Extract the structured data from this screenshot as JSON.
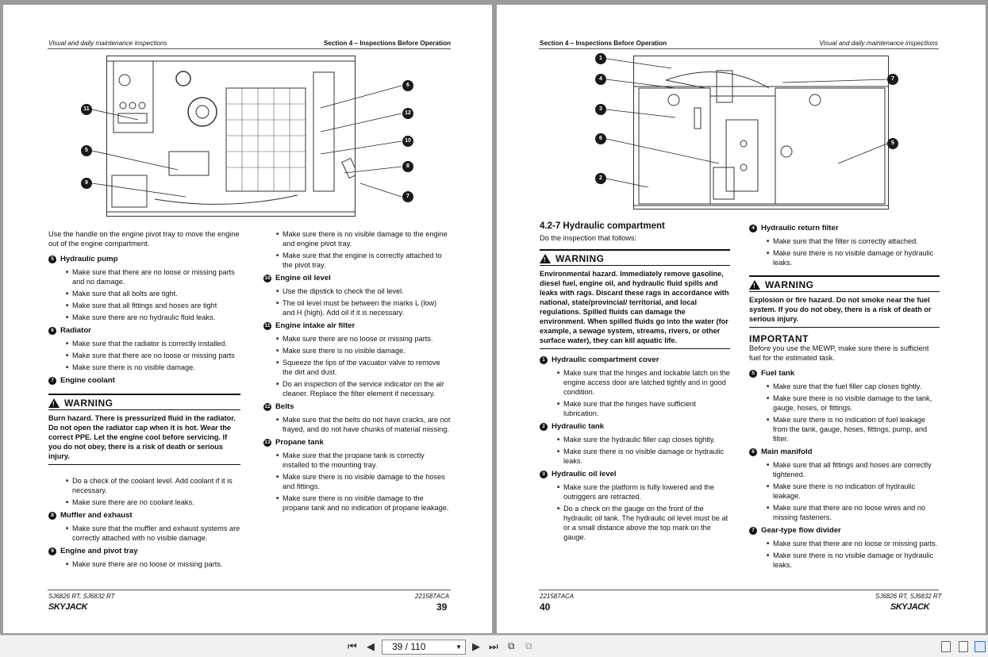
{
  "left_page": {
    "header_left": "Visual and daily maintenance inspections",
    "header_right": "Section 4 – Inspections Before Operation",
    "callouts": [
      "11",
      "5",
      "9",
      "6",
      "12",
      "10",
      "8",
      "7"
    ],
    "intro": "Use the handle on the engine pivot tray to move the engine out of the engine compartment.",
    "col1": {
      "hydraulic_pump": {
        "num": "5",
        "title": "Hydraulic pump",
        "bullets": [
          "Make sure that there are no loose or missing parts and no damage.",
          "Make sure that all bolts are tight.",
          "Make sure that all fittings and hoses are tight",
          "Make sure there are no hydraulic fluid leaks."
        ]
      },
      "radiator": {
        "num": "6",
        "title": "Radiator",
        "bullets": [
          "Make sure that the radiator is correctly installed.",
          "Make sure that there are no loose or missing parts",
          "Make sure there is no visible damage."
        ]
      },
      "engine_coolant": {
        "num": "7",
        "title": "Engine coolant"
      },
      "warning": {
        "title": "WARNING",
        "body": "Burn hazard. There is pressurized fluid in the radiator. Do not open the radiator cap when it is hot. Wear the correct PPE. Let the engine cool before servicing. If you do not obey, there is a risk of death or serious injury."
      },
      "coolant_bullets": [
        "Do a check of the coolant level. Add coolant if it is necessary.",
        "Make sure there are no coolant leaks."
      ],
      "muffler": {
        "num": "8",
        "title": "Muffler and exhaust",
        "bullets": [
          "Make sure that the muffler and exhaust systems are correctly attached with no visible damage."
        ]
      },
      "pivot_tray": {
        "num": "9",
        "title": "Engine and pivot tray",
        "bullets": [
          "Make sure there are no loose or missing parts."
        ]
      }
    },
    "col2": {
      "pre_bullets": [
        "Make sure there is no visible damage to the engine and engine pivot tray.",
        "Make sure that the engine is correctly attached to the pivot tray."
      ],
      "oil_level": {
        "num": "10",
        "title": "Engine oil level",
        "bullets": [
          "Use the dipstick to check the oil level.",
          "The oil level must be between the marks L (low) and H (high). Add oil if it is necessary."
        ]
      },
      "air_filter": {
        "num": "11",
        "title": "Engine intake air filter",
        "bullets": [
          "Make sure there are no loose or missing parts.",
          "Make sure there is no visible damage.",
          "Squeeze the lips of the vacuator valve to remove the dirt and dust.",
          "Do an inspection of the service indicator on the air cleaner. Replace the filter element if necessary."
        ]
      },
      "belts": {
        "num": "12",
        "title": "Belts",
        "bullets": [
          "Make sure that the belts do not have cracks, are not frayed, and do not have chunks of material missing."
        ]
      },
      "propane": {
        "num": "13",
        "title": "Propane tank",
        "bullets": [
          "Make sure that the propane tank is correctly installed to the mounting tray.",
          "Make sure there is no visible damage to the hoses and fittings.",
          "Make sure there is no visible damage to the propane tank and no indication of propane leakage."
        ]
      }
    },
    "footer_left": "SJ6826 RT, SJ6832 RT",
    "footer_right": "221587ACA",
    "page_number": "39",
    "logo": "SKYJACK"
  },
  "right_page": {
    "header_left": "Section 4 – Inspections Before Operation",
    "header_right": "Visual and daily maintenance inspections",
    "callouts": [
      "1",
      "4",
      "3",
      "6",
      "2",
      "7",
      "5"
    ],
    "section_title": "4.2-7   Hydraulic compartment",
    "section_intro": "Do the inspection that follows:",
    "col1": {
      "warning": {
        "title": "WARNING",
        "body": "Environmental hazard. Immediately remove gasoline, diesel fuel, engine oil, and hydraulic fluid spills and leaks with rags. Discard these rags in accordance with national, state/provincial/ territorial, and local regulations. Spilled fluids can damage the environment. When spilled fluids go into the water (for example, a sewage system, streams, rivers, or other surface water), they can kill aquatic life."
      },
      "cover": {
        "num": "1",
        "title": "Hydraulic compartment cover",
        "bullets": [
          "Make sure that the hinges and lockable latch on the engine access door are latched tightly and in good condition.",
          "Make sure that the hinges have sufficient lubrication."
        ]
      },
      "tank": {
        "num": "2",
        "title": "Hydraulic tank",
        "bullets": [
          "Make sure the hydraulic filler cap closes tightly.",
          "Make sure there is no visible damage or hydraulic leaks."
        ]
      },
      "oil_level": {
        "num": "3",
        "title": "Hydraulic oil level",
        "bullets": [
          "Make sure the platform is fully lowered and the outriggers are retracted.",
          "Do a check on the gauge on the front of the hydraulic oil tank. The hydraulic oil level must be at or a small distance above the top mark on the gauge."
        ]
      }
    },
    "col2": {
      "return_filter": {
        "num": "4",
        "title": "Hydraulic return filter",
        "bullets": [
          "Make sure that the filter is correctly attached.",
          "Make sure there is no visible damage or hydraulic leaks."
        ]
      },
      "warning": {
        "title": "WARNING",
        "body": "Explosion or fire hazard. Do not smoke near the fuel system. If you do not obey, there is a risk of death or serious injury."
      },
      "important": {
        "title": "IMPORTANT",
        "body": "Before you use the MEWP, make sure there is sufficient fuel for the estimated task."
      },
      "fuel_tank": {
        "num": "5",
        "title": "Fuel tank",
        "bullets": [
          "Make sure that the fuel filler cap closes tightly.",
          "Make sure there is no visible damage to the tank, gauge, hoses, or fittings.",
          "Make sure there is no indication of fuel leakage from the tank, gauge, hoses, fittings, pump, and filter."
        ]
      },
      "manifold": {
        "num": "6",
        "title": "Main manifold",
        "bullets": [
          "Make sure that all fittings and hoses are correctly tightened.",
          "Make sure there is no indication of hydraulic leakage.",
          "Make sure that there are no loose wires and no missing fasteners."
        ]
      },
      "divider": {
        "num": "7",
        "title": "Gear-type flow divider",
        "bullets": [
          "Make sure that there are no loose or missing parts.",
          "Make sure there is no visible damage or hydraulic leaks."
        ]
      }
    },
    "footer_left": "221587ACA",
    "footer_right": "SJ6826 RT, SJ6832 RT",
    "page_number": "40",
    "logo": "SKYJACK"
  },
  "toolbar": {
    "first_icon": "first-page-icon",
    "prev_icon": "previous-page-icon",
    "page_indicator": "39 / 110",
    "next_icon": "next-page-icon",
    "last_icon": "last-page-icon"
  }
}
